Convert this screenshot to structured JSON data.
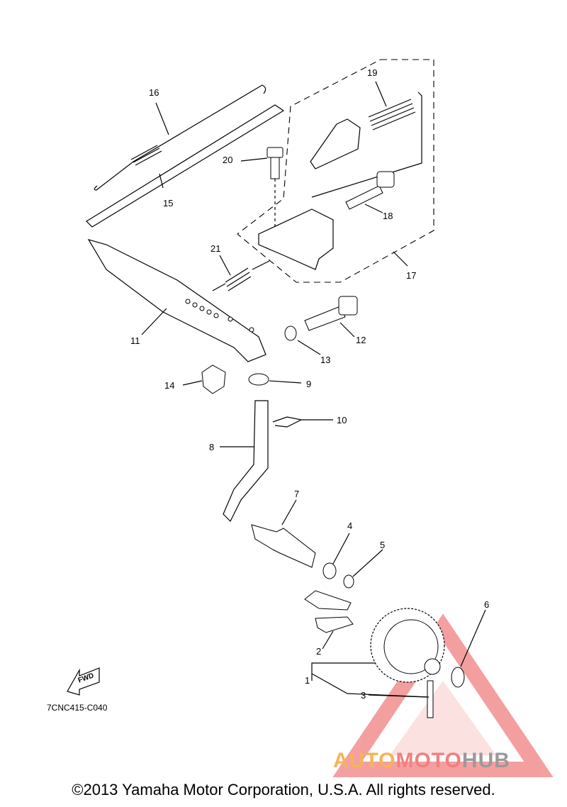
{
  "callouts": [
    {
      "id": "1",
      "text": "1"
    },
    {
      "id": "2",
      "text": "2"
    },
    {
      "id": "3",
      "text": "3"
    },
    {
      "id": "4",
      "text": "4"
    },
    {
      "id": "5",
      "text": "5"
    },
    {
      "id": "6",
      "text": "6"
    },
    {
      "id": "7",
      "text": "7"
    },
    {
      "id": "8",
      "text": "8"
    },
    {
      "id": "9",
      "text": "9"
    },
    {
      "id": "10",
      "text": "10"
    },
    {
      "id": "11",
      "text": "11"
    },
    {
      "id": "12",
      "text": "12"
    },
    {
      "id": "13",
      "text": "13"
    },
    {
      "id": "14",
      "text": "14"
    },
    {
      "id": "15",
      "text": "15"
    },
    {
      "id": "16",
      "text": "16"
    },
    {
      "id": "17",
      "text": "17"
    },
    {
      "id": "18",
      "text": "18"
    },
    {
      "id": "19",
      "text": "19"
    },
    {
      "id": "20",
      "text": "20"
    },
    {
      "id": "21",
      "text": "21"
    }
  ],
  "fwd_label": "FWD",
  "diagram_code": "7CNC415-C040",
  "copyright": "©2013 Yamaha Motor Corporation, U.S.A. All rights reserved.",
  "watermark": {
    "part1": "AUTO",
    "part2": "MOTO",
    "part3": "HUB",
    "color1": "#f5b35a",
    "color2": "#f08080",
    "color3": "#9a9a9a",
    "triangle_color": "#f08080"
  }
}
